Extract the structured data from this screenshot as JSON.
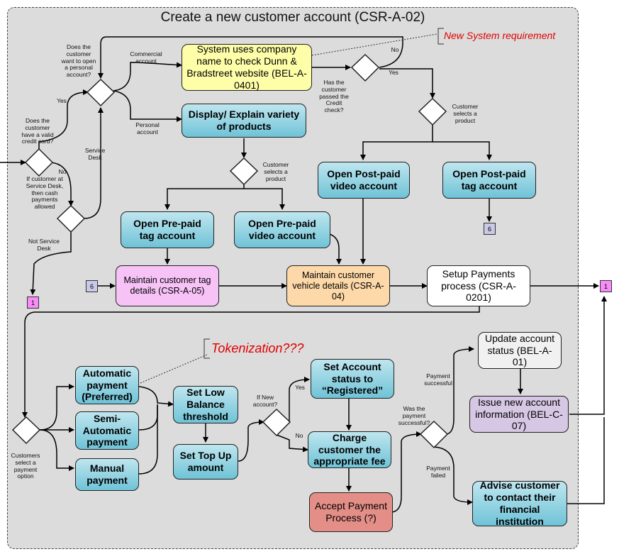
{
  "title": "Create a new customer account (CSR-A-02)",
  "notes": {
    "new_system": "New System requirement",
    "tokenization": "Tokenization???"
  },
  "boxes": {
    "dunn": "System uses company name to check Dunn & Bradstreet website (BEL-A-0401)",
    "display_products": "Display/ Explain variety of products",
    "postpaid_video": "Open Post-paid video account",
    "postpaid_tag": "Open Post-paid tag account",
    "prepaid_tag": "Open Pre-paid tag account",
    "prepaid_video": "Open Pre-paid video account",
    "maintain_tag": "Maintain customer tag details (CSR-A-05)",
    "maintain_vehicle": "Maintain customer vehicle details (CSR-A-04)",
    "setup_payments": "Setup Payments process (CSR-A-0201)",
    "auto_payment": "Automatic payment (Preferred)",
    "semi_auto": "Semi-Automatic payment",
    "manual_payment": "Manual payment",
    "low_balance": "Set Low Balance threshold",
    "top_up": "Set Top Up amount",
    "set_registered": "Set Account status to “Registered”",
    "charge_fee": "Charge customer the appropriate fee",
    "accept_payment": "Accept Payment Process (?)",
    "update_status": "Update account status (BEL-A-01)",
    "issue_new": "Issue new account information (BEL-C-07)",
    "advise_customer": "Advise customer to contact their financial institution"
  },
  "labels": {
    "valid_credit": "Does the customer have a valid credit card?",
    "personal_q": "Does the customer want to open a personal account?",
    "commercial": "Commercial account",
    "personal": "Personal account",
    "yes1": "Yes",
    "no1": "No",
    "service_desk_cash": "If customer at Service Desk, then cash payments allowed",
    "service_desk": "Service Desk",
    "not_service_desk": "Not Service Desk",
    "credit_check": "Has the customer passed the Credit check?",
    "no_top": "No",
    "yes_top": "Yes",
    "cust_selects_1": "Customer selects a product",
    "cust_selects_2": "Customer selects a product",
    "payment_option": "Customers select a payment option",
    "if_new": "If New account?",
    "yes_new": "Yes",
    "no_new": "No",
    "was_payment": "Was the payment successful?",
    "pay_success": "Payment successful",
    "pay_failed": "Payment failed"
  },
  "connectors": {
    "c6_left": "6",
    "c6_right": "6",
    "c1_left": "1",
    "c1_right": "1"
  }
}
